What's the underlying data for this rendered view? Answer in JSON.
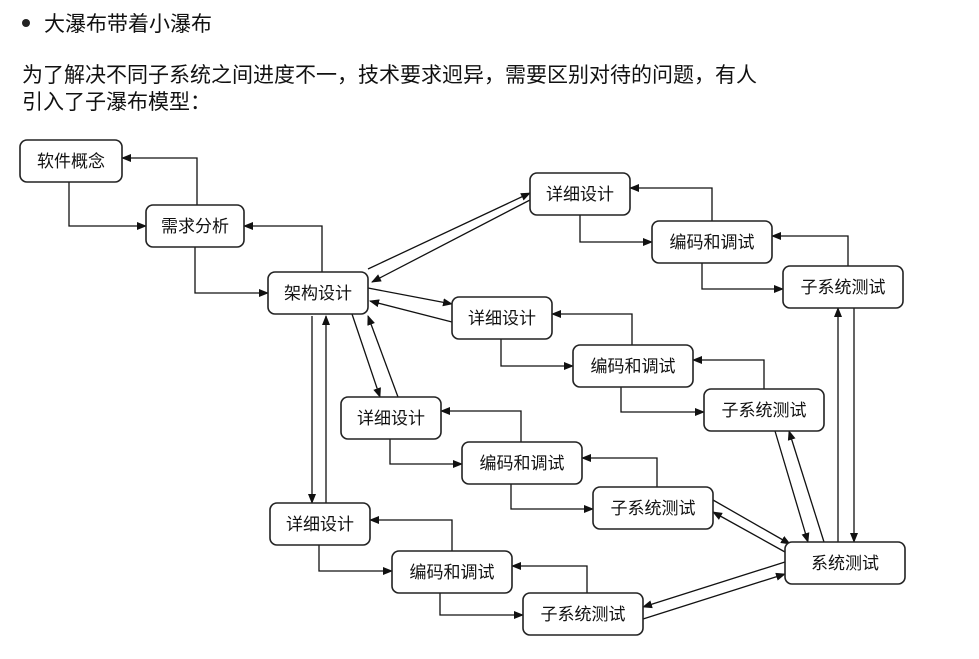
{
  "bullet": "大瀑布带着小瀑布",
  "paragraph": {
    "line1": "为了解决不同子系统之间进度不一，技术要求迥异，需要区别对待的问题，有人",
    "line2": "引入了子瀑布模型："
  },
  "nodes": {
    "concept": "软件概念",
    "req": "需求分析",
    "arch": "架构设计",
    "d1": "详细设计",
    "c1": "编码和调试",
    "t1": "子系统测试",
    "d2": "详细设计",
    "c2": "编码和调试",
    "t2": "子系统测试",
    "d3": "详细设计",
    "c3": "编码和调试",
    "t3": "子系统测试",
    "d4": "详细设计",
    "c4": "编码和调试",
    "t4": "子系统测试",
    "sys": "系统测试"
  }
}
